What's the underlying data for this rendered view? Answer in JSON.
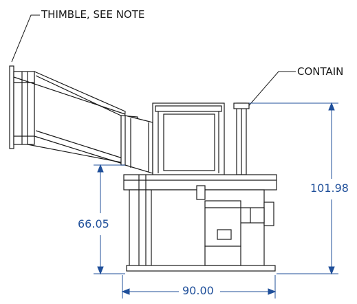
{
  "callouts": {
    "thimble": "THIMBLE, SEE NOTE",
    "container": "CONTAIN"
  },
  "dimensions": {
    "height_total": "101.98",
    "height_inlet": "66.05",
    "width": "90.00"
  },
  "colors": {
    "drawing": "#1a1a1a",
    "dimension": "#1f4f9a"
  }
}
